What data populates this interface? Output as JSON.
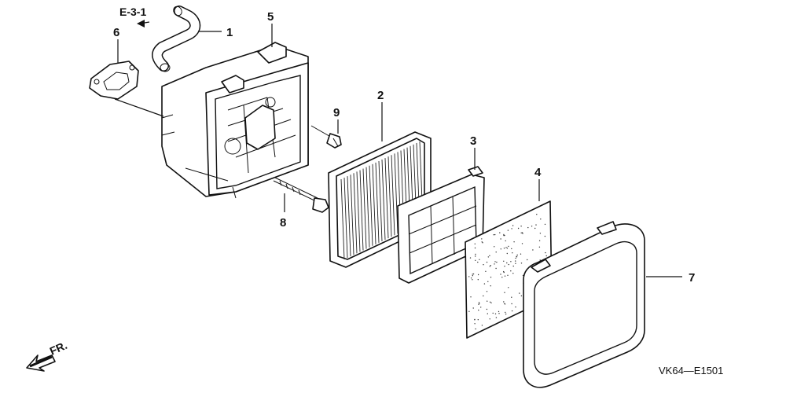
{
  "diagram": {
    "reference": "E-3-1",
    "front_label": "FR.",
    "drawing_code": "VK64—E1501",
    "callouts": [
      "1",
      "2",
      "3",
      "4",
      "5",
      "6",
      "7",
      "8",
      "9"
    ]
  }
}
